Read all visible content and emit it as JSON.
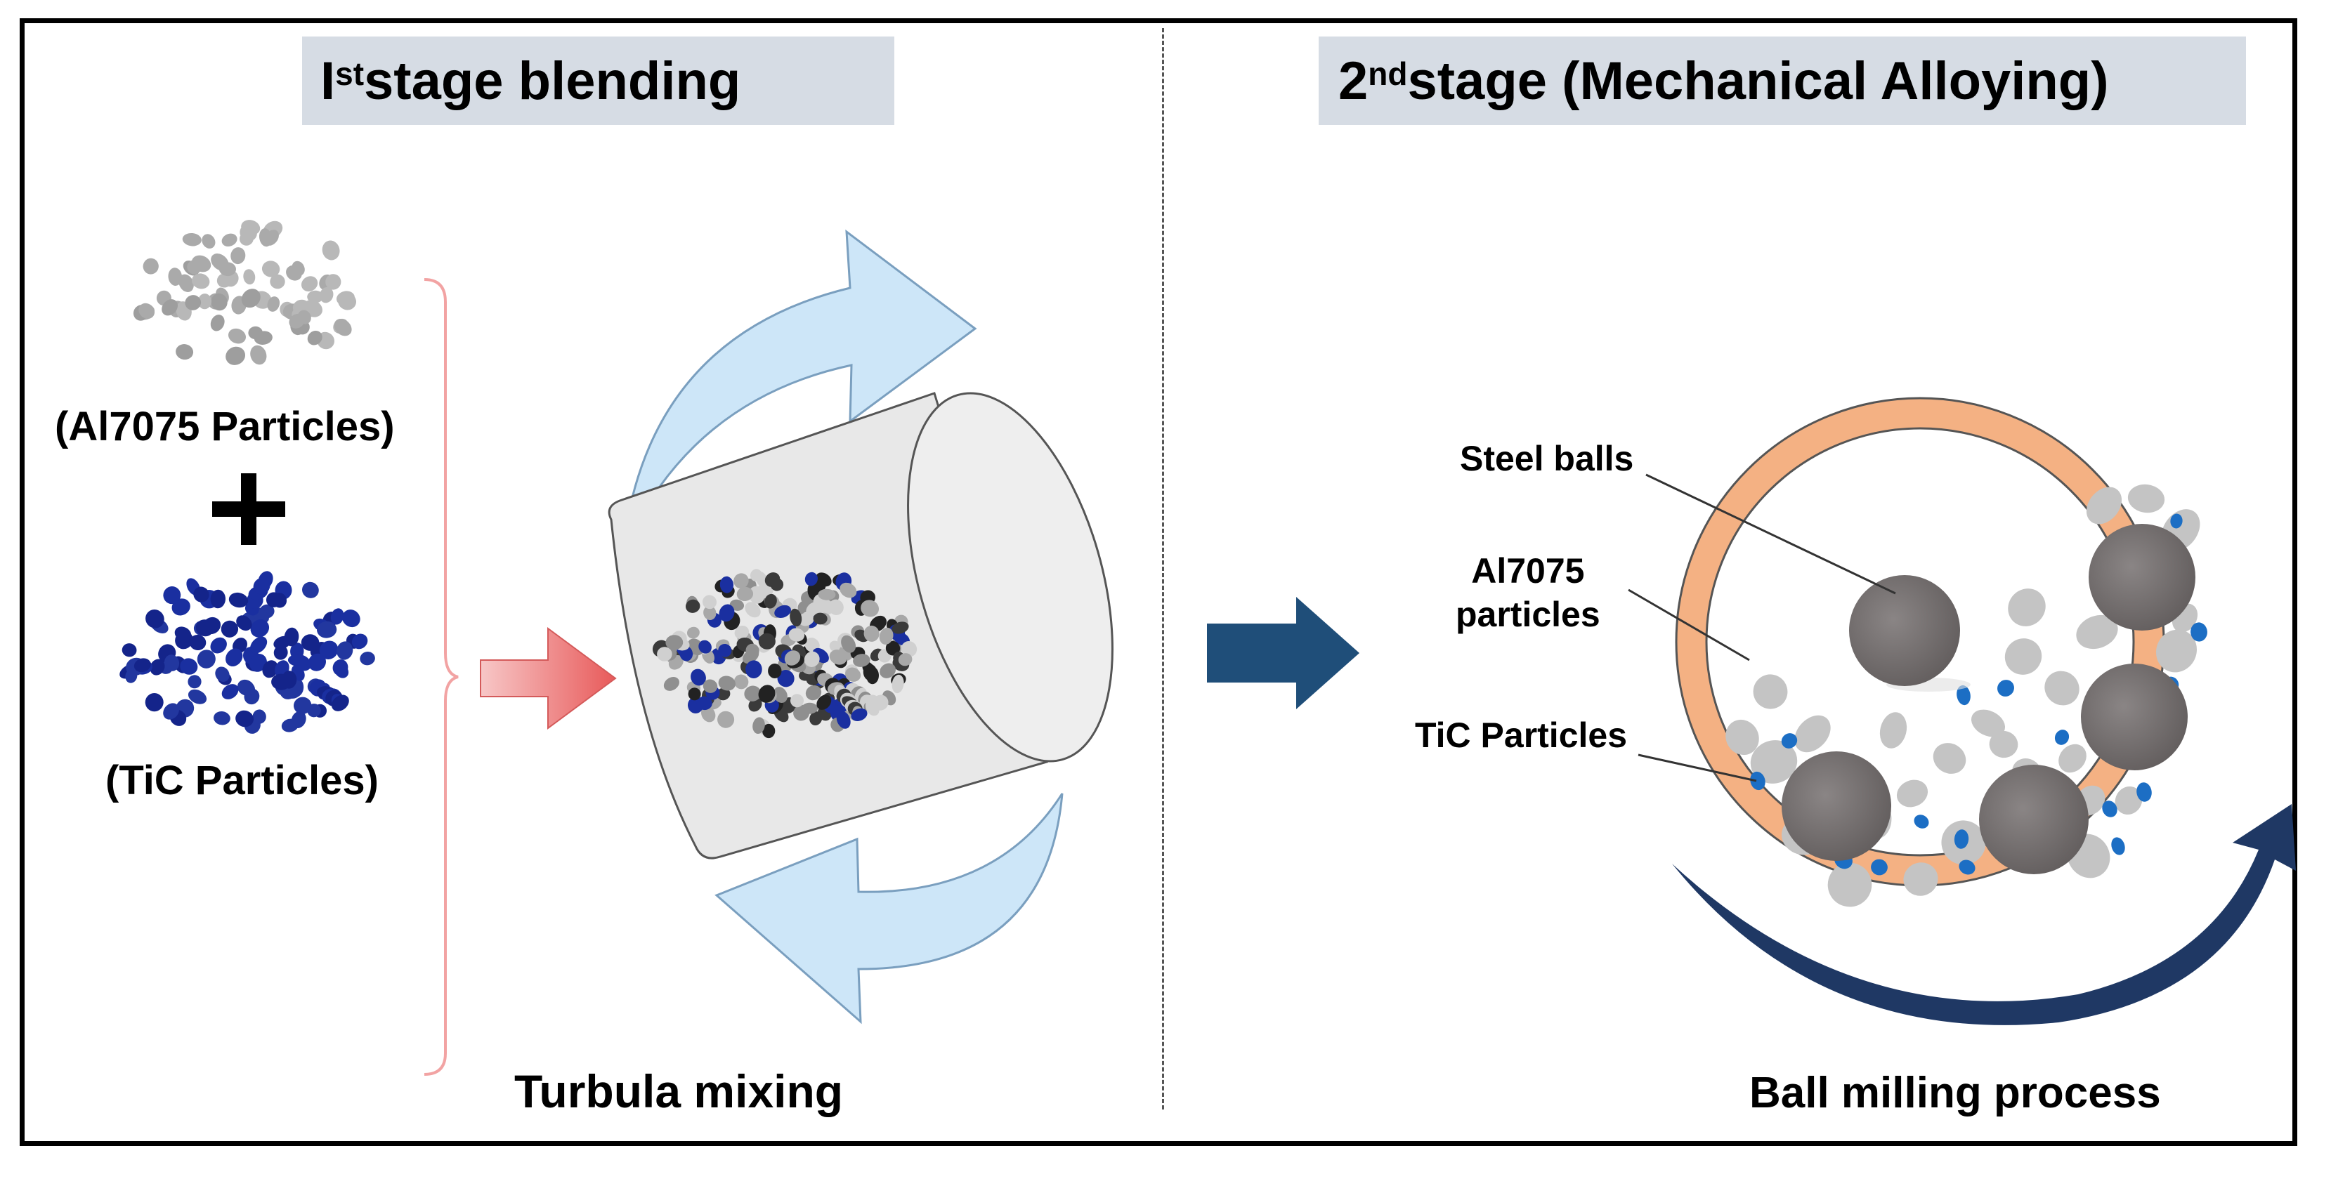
{
  "stage1": {
    "title_main": "I",
    "title_sup": "st",
    "title_rest": " stage blending"
  },
  "stage2": {
    "title_main": "2",
    "title_sup": "nd",
    "title_rest": " stage (Mechanical Alloying)"
  },
  "labels": {
    "al_particles": "(Al7075 Particles)",
    "tic_particles": "(TiC Particles)",
    "turbula": "Turbula mixing",
    "ball_milling": "Ball milling process",
    "steel_balls": "Steel balls",
    "al_particles_2_line1": "Al7075",
    "al_particles_2_line2": "particles",
    "tic_particles_2": "TiC Particles"
  },
  "colors": {
    "title_bg": "#d6dce4",
    "al_grey": "#b0b0b0",
    "tic_blue": "#1a2fa0",
    "rotation_arrow": "#cde6f8",
    "feed_arrow": "#f0a0a0",
    "process_arrow": "#1f4e79",
    "jar_ring": "#f4b183",
    "steel_ball": "#757070",
    "rotation_arc": "#1f3864"
  }
}
